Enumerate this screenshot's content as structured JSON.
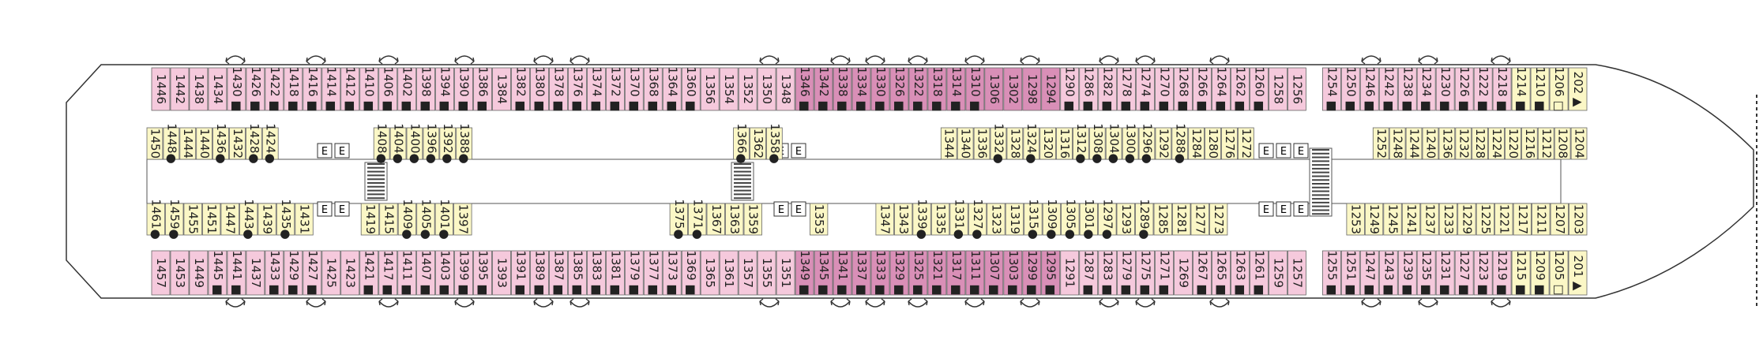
{
  "colors": {
    "pink": "#f5c9dc",
    "magenta": "#d98fb7",
    "yellow": "#fbf7c6",
    "hull": "#333333",
    "corridor": "#ffffff"
  },
  "legend_codes": [
    "E",
    "■",
    "●",
    "□",
    "▲"
  ],
  "rows": {
    "row_a": [
      "1446",
      "1442",
      "1438",
      "1434",
      "1430 ■",
      "1426 ■",
      "1422 ■",
      "1418 ■",
      "1416 ■",
      "1414 ■",
      "1412 ■",
      "1410 ■",
      "1406 ■",
      "1402 ■",
      "1398 ■",
      "1394 ■",
      "1390 ■",
      "1386 ■",
      "1384",
      "1382 ■",
      "1380 ■",
      "1378 ■",
      "1376 ■",
      "1374 ■",
      "1372 ■",
      "1370 ■",
      "1368 ■",
      "1364 ■",
      "1360 ■",
      "1356",
      "1354",
      "1352",
      "1350",
      "1348",
      "1346 ■",
      "1342 ■",
      "1338 ■",
      "1334 ■",
      "1330 ■",
      "1326 ■",
      "1322 ■",
      "1318 ■",
      "1314 ■",
      "1310 ■",
      "1306",
      "1302",
      "1298",
      "1294",
      "1290 ■",
      "1286 ■",
      "1282 ■",
      "1278 ■",
      "1274 ■",
      "1270 ■",
      "1268 ■",
      "1266 ■",
      "1264 ■",
      "1262 ■",
      "1260 ■",
      "1258",
      "1256",
      "1254 ■",
      "1250 ■",
      "1246 ■",
      "1242 ■",
      "1238 ■",
      "1234 ■",
      "1230 ■",
      "1226 ■",
      "1222 ■",
      "1218 ■",
      "1214 ■",
      "1210 ■",
      "1206 □",
      "202 ▲"
    ],
    "row_b": [
      "1450",
      "1448●",
      "1444",
      "1440",
      "1436●",
      "1432",
      "1428●",
      "1424●",
      "1408●",
      "1404●",
      "1400●",
      "1396●",
      "1392●",
      "1388●",
      "1366●",
      "1362",
      "1358●",
      "1344",
      "1340",
      "1336",
      "1332●",
      "1328",
      "1324●",
      "1320",
      "1316",
      "1312●",
      "1308●",
      "1304●",
      "1300●",
      "1296●",
      "1292",
      "1288●",
      "1284",
      "1280",
      "1276",
      "1272",
      "1252",
      "1248",
      "1244",
      "1240",
      "1236",
      "1232",
      "1228",
      "1224",
      "1220",
      "1216",
      "1212",
      "1208",
      "1204"
    ],
    "row_c": [
      "1461●",
      "1459●",
      "1455",
      "1451",
      "1447",
      "1443●",
      "1439",
      "1435●",
      "1431",
      "1419",
      "1415",
      "1409●",
      "1405●",
      "1401●",
      "1397",
      "1375●",
      "1371●",
      "1367",
      "1363",
      "1359",
      "1353",
      "1347",
      "1343",
      "1339●",
      "1335",
      "1331●",
      "1327●",
      "1323",
      "1319",
      "1315●",
      "1309●",
      "1305●",
      "1301●",
      "1297●",
      "1293",
      "1289●",
      "1285",
      "1281",
      "1277",
      "1273",
      "1253",
      "1249",
      "1245",
      "1241",
      "1237",
      "1233",
      "1229",
      "1225",
      "1221",
      "1217",
      "1211",
      "1207",
      "1203"
    ],
    "row_d": [
      "1457",
      "1453",
      "1449",
      "1445 ■",
      "1441 ■",
      "1437",
      "1433 ■",
      "1429 ■",
      "1427 ■",
      "1425",
      "1423",
      "1421 ■",
      "1417 ■",
      "1411 ■",
      "1407 ■",
      "1403 ■",
      "1399 ■",
      "1395 ■",
      "1393",
      "1391 ■",
      "1389 ■",
      "1387 ■",
      "1385 ■",
      "1383 ■",
      "1381 ■",
      "1379 ■",
      "1377 ■",
      "1373 ■",
      "1369 ■",
      "1365",
      "1361",
      "1357",
      "1355",
      "1351",
      "1349 ■",
      "1345 ■",
      "1341 ■",
      "1337 ■",
      "1333 ■",
      "1329 ■",
      "1325 ■",
      "1321 ■",
      "1317 ■",
      "1311 ■",
      "1307 ■",
      "1303 ■",
      "1299 ■",
      "1295 ■",
      "1291",
      "1287 ■",
      "1283 ■",
      "1279 ■",
      "1275 ■",
      "1271 ■",
      "1269",
      "1267 ■",
      "1265 ■",
      "1263 ■",
      "1261 ■",
      "1259",
      "1257",
      "1255 ■",
      "1251 ■",
      "1247 ■",
      "1243 ■",
      "1239 ■",
      "1235 ■",
      "1231 ■",
      "1227 ■",
      "1223 ■",
      "1219 ■",
      "1215 ■",
      "1209 ■",
      "1205 □",
      "201 ▲"
    ]
  }
}
